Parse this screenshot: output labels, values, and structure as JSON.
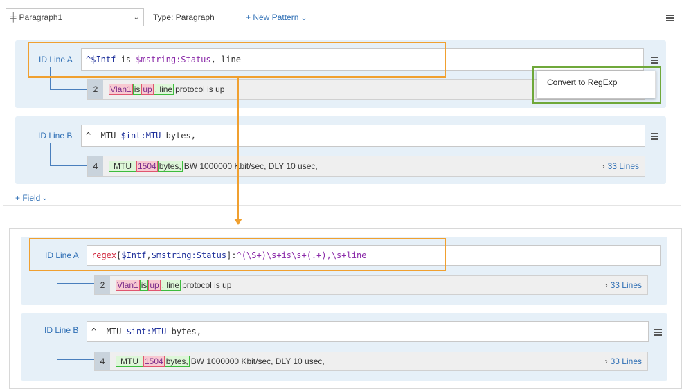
{
  "toolbar": {
    "paragraph_select": "Paragraph1",
    "type_label": "Type: Paragraph",
    "new_pattern": "+ New Pattern"
  },
  "top_panel": {
    "line_a": {
      "label": "ID Line A",
      "pattern": [
        "^$Intf",
        " is ",
        "$mstring:Status",
        ", line"
      ],
      "sample_num": "2",
      "sample_tokens": [
        "Vlan1",
        "is",
        "up",
        ", line"
      ],
      "sample_rest": "protocol is up"
    },
    "context_menu": {
      "item": "Convert to RegExp"
    },
    "line_b": {
      "label": "ID Line B",
      "pattern": [
        "^  MTU ",
        "$int:MTU",
        " bytes,"
      ],
      "sample_num": "4",
      "sample_tokens": [
        "MTU",
        "1504",
        "bytes,"
      ],
      "sample_rest": "BW 1000000 Kbit/sec, DLY 10 usec,",
      "lines_link": "33 Lines"
    },
    "add_field": "+ Field"
  },
  "bottom_panel": {
    "line_a": {
      "label": "ID Line A",
      "pattern": [
        "regex",
        "[",
        "$Intf",
        ",",
        "$mstring:Status",
        "]:",
        "^(\\S+)\\s+is\\s+(.+),\\s+line"
      ],
      "sample_num": "2",
      "sample_tokens": [
        "Vlan1",
        "is",
        "up",
        ", line"
      ],
      "sample_rest": "protocol is up",
      "lines_link": "33 Lines"
    },
    "line_b": {
      "label": "ID Line B",
      "pattern": [
        "^  MTU ",
        "$int:MTU",
        " bytes,"
      ],
      "sample_num": "4",
      "sample_tokens": [
        "MTU",
        "1504",
        "bytes,"
      ],
      "sample_rest": "BW 1000000 Kbit/sec, DLY 10 usec,",
      "lines_link": "33 Lines"
    }
  },
  "colors": {
    "highlight_orange": "#f0a030",
    "highlight_green": "#6fa83a",
    "link_blue": "#2f6fb5",
    "group_bg": "#e6f0f8"
  }
}
